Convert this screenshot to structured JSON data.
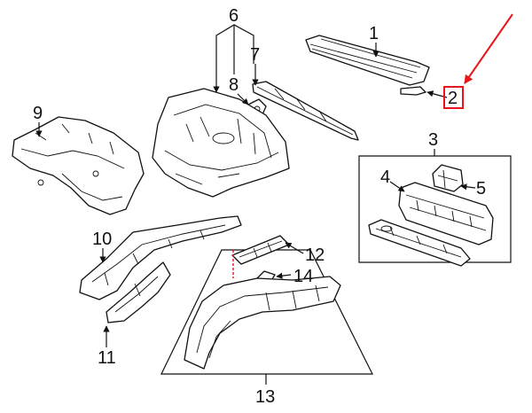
{
  "callouts": {
    "c1": "1",
    "c2": "2",
    "c3": "3",
    "c4": "4",
    "c5": "5",
    "c6": "6",
    "c7": "7",
    "c8": "8",
    "c9": "9",
    "c10": "10",
    "c11": "11",
    "c12": "12",
    "c13": "13",
    "c14": "14"
  },
  "colors": {
    "line": "#111111",
    "highlight": "#e8161b",
    "background": "#ffffff"
  },
  "highlighted_callout": "2"
}
